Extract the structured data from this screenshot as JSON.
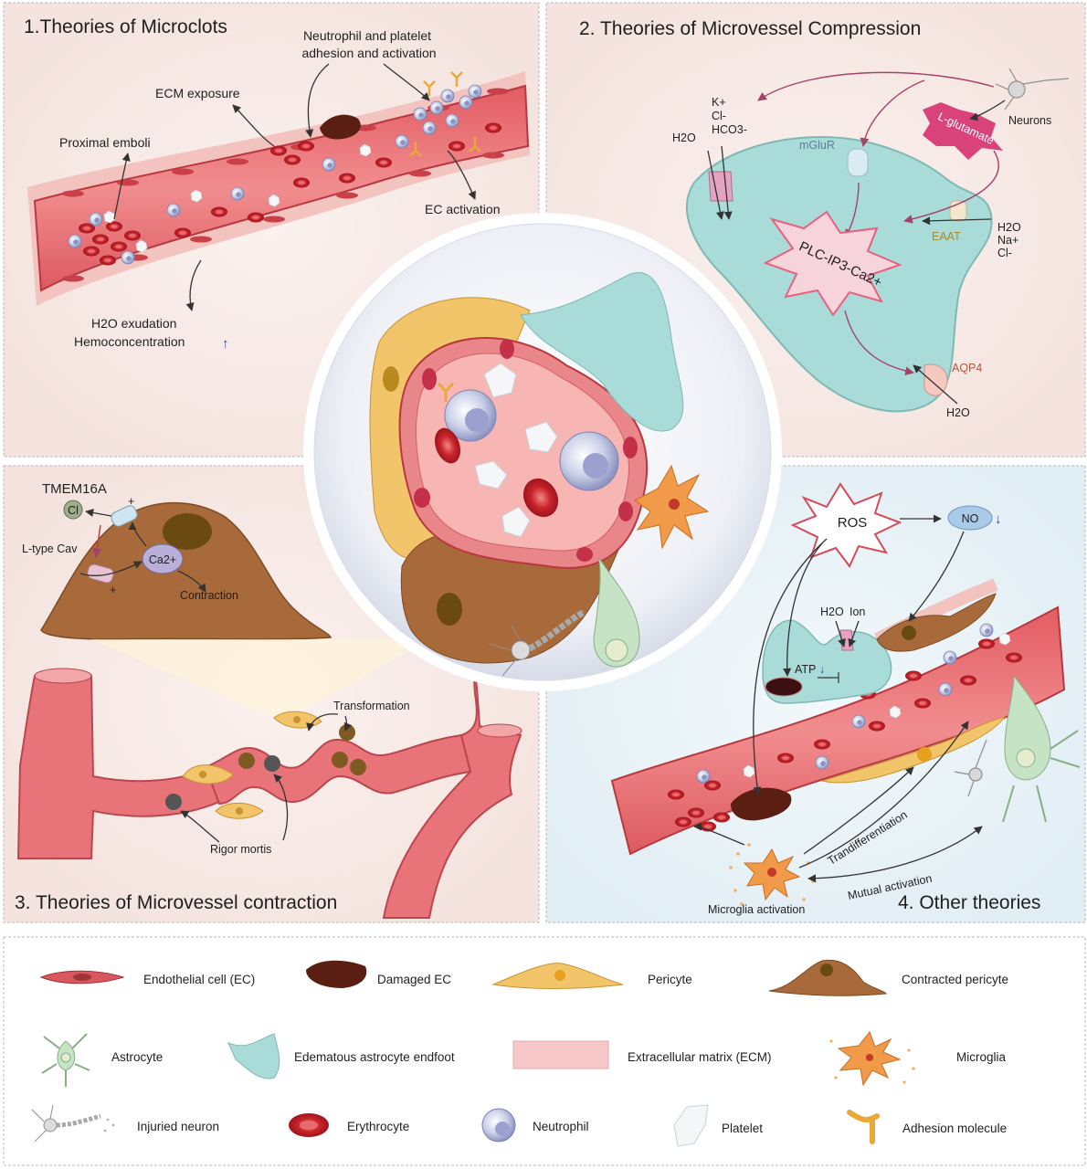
{
  "panel1": {
    "title": "1.Theories of Microclots",
    "neutrophil_line1": "Neutrophil and platelet",
    "neutrophil_line2": "adhesion and activation",
    "ecm_exposure": "ECM exposure",
    "proximal_emboli": "Proximal emboli",
    "ec_activation": "EC activation",
    "h2o_exudation": "H2O exudation",
    "hemoconcentration": "Hemoconcentration",
    "up_arrow": "↑"
  },
  "panel2": {
    "title": "2. Theories of Microvessel Compression",
    "k": "K+",
    "cl": "Cl-",
    "hco3": "HCO3-",
    "h2o_top": "H2O",
    "mglur": "mGluR",
    "neurons": "Neurons",
    "l_glutamate": "L-glutamate",
    "eaat": "EAAT",
    "h2o_right": "H2O",
    "na_right": "Na+",
    "cl_right": "Cl-",
    "plc": "PLC-IP3-Ca2+",
    "aqp4": "AQP4",
    "h2o_bottom": "H2O"
  },
  "panel3": {
    "title": "3. Theories of Microvessel contraction",
    "tmem16a": "TMEM16A",
    "cl": "Cl",
    "plus1": "+",
    "plus2": "+",
    "l_type": "L-type Cav",
    "ca": "Ca2+",
    "contraction": "Contraction",
    "transformation": "Transformation",
    "rigor_mortis": "Rigor mortis"
  },
  "panel4": {
    "title": "4. Other theories",
    "ros": "ROS",
    "no": "NO",
    "down_arrow": "↓",
    "h2o": "H2O",
    "ion": "Ion",
    "atp": "ATP",
    "atp_down": "↓",
    "trandifferentiation": "Trandifferentiation",
    "mutual_activation": "Mutual activation",
    "microglia_activation": "Microglia activation"
  },
  "legend": [
    {
      "icon": "endothelial-cell-icon",
      "label": "Endothelial cell (EC)"
    },
    {
      "icon": "damaged-ec-icon",
      "label": "Damaged EC"
    },
    {
      "icon": "pericyte-icon",
      "label": "Pericyte"
    },
    {
      "icon": "contracted-pericyte-icon",
      "label": "Contracted pericyte"
    },
    {
      "icon": "astrocyte-icon",
      "label": "Astrocyte"
    },
    {
      "icon": "edematous-astrocyte-endfoot-icon",
      "label": "Edematous astrocyte endfoot"
    },
    {
      "icon": "extracellular-matrix-icon",
      "label": "Extracellular matrix (ECM)"
    },
    {
      "icon": "microglia-icon",
      "label": "Microglia"
    },
    {
      "icon": "injured-neuron-icon",
      "label": "Injuried neuron"
    },
    {
      "icon": "erythrocyte-icon",
      "label": "Erythrocyte"
    },
    {
      "icon": "neutrophil-icon",
      "label": "Neutrophil"
    },
    {
      "icon": "platelet-icon",
      "label": "Platelet"
    },
    {
      "icon": "adhesion-molecule-icon",
      "label": "Adhesion molecule"
    }
  ],
  "colors": {
    "vessel": "#e8747a",
    "ecm": "#f6c8c8",
    "astrocyte_endfoot": "#a9dcd8",
    "pericyte": "#f2c56b",
    "contracted_pericyte": "#a86a3a",
    "damaged_ec": "#5a1e12",
    "microglia": "#f09a4a",
    "erythrocyte": "#c9242b",
    "neutrophil": "#c8cde8"
  }
}
